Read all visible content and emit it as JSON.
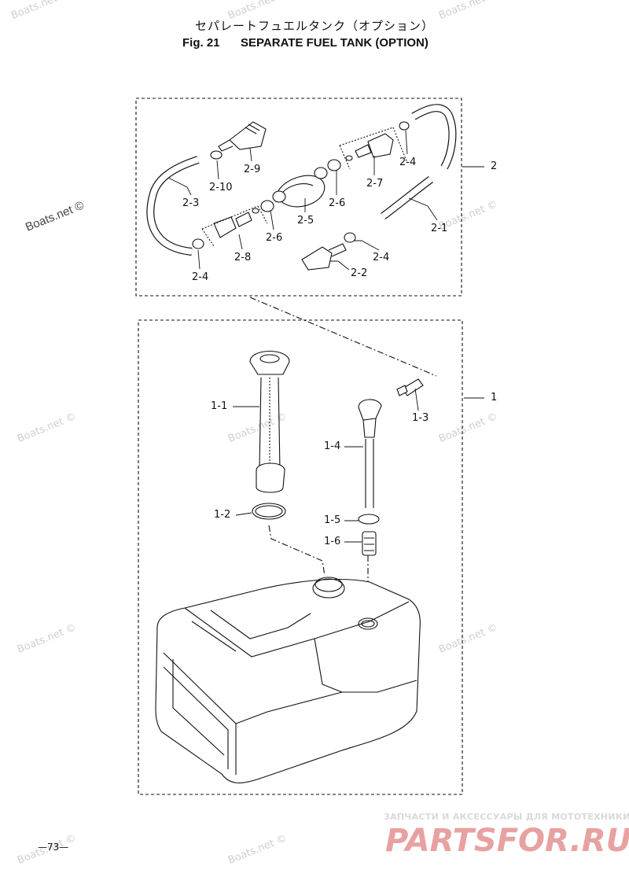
{
  "header": {
    "jp_title": "セパレートフュエルタンク（オプション）",
    "fig_label": "Fig. 21",
    "en_title": "SEPARATE FUEL TANK (OPTION)"
  },
  "assemblies": {
    "hose_group": "2",
    "tank_group": "1"
  },
  "parts": {
    "p2_1": "2-1",
    "p2_2": "2-2",
    "p2_3": "2-3",
    "p2_4a": "2-4",
    "p2_4b": "2-4",
    "p2_4c": "2-4",
    "p2_5": "2-5",
    "p2_6a": "2-6",
    "p2_6b": "2-6",
    "p2_7": "2-7",
    "p2_8": "2-8",
    "p2_9": "2-9",
    "p2_10": "2-10",
    "p1_1": "1-1",
    "p1_2": "1-2",
    "p1_3": "1-3",
    "p1_4": "1-4",
    "p1_5": "1-5",
    "p1_6": "1-6"
  },
  "watermark": "Boats.net ©",
  "footer": {
    "page_number": "—73—",
    "brand_caption": "ЗАПЧАСТИ И АКСЕССУАРЫ ДЛЯ МОТОТЕХНИКИ",
    "brand_logo": "PARTSFOR.RU"
  }
}
